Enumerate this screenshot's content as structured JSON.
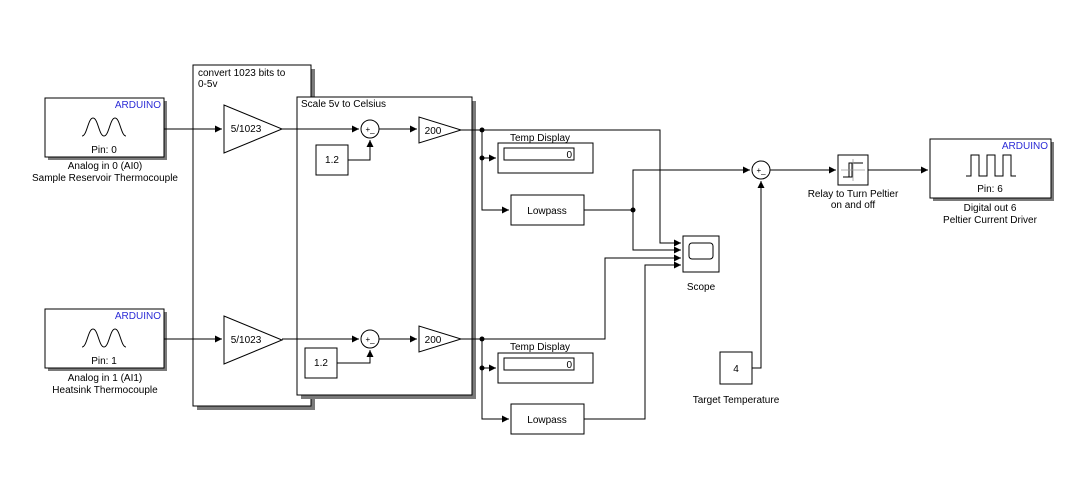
{
  "source_blocks": {
    "top": {
      "brand": "ARDUINO",
      "pin": "Pin: 0",
      "caption_line1": "Analog in 0 (AI0)",
      "caption_line2": "Sample Reservoir Thermocouple"
    },
    "bottom": {
      "brand": "ARDUINO",
      "pin": "Pin: 1",
      "caption_line1": "Analog in 1 (AI1)",
      "caption_line2": "Heatsink Thermocouple"
    }
  },
  "subsystems": {
    "convert": {
      "title_line1": "convert 1023 bits to",
      "title_line2": "0-5v"
    },
    "scale": {
      "title": "Scale 5v to Celsius"
    }
  },
  "gains": {
    "convert_top": "5/1023",
    "convert_bottom": "5/1023",
    "scale_top": "200",
    "scale_bottom": "200"
  },
  "constants": {
    "offset_top": "1.2",
    "offset_bottom": "1.2",
    "target": "4"
  },
  "sum_signs": "+_",
  "displays": {
    "top": {
      "label": "Temp Display",
      "value": "0"
    },
    "bottom": {
      "label": "Temp Display",
      "value": "0"
    }
  },
  "filters": {
    "top": "Lowpass",
    "bottom": "Lowpass"
  },
  "scope": {
    "label": "Scope"
  },
  "relay": {
    "caption_line1": "Relay to Turn Peltier",
    "caption_line2": "on and off"
  },
  "target": {
    "caption": "Target Temperature"
  },
  "output_block": {
    "brand": "ARDUINO",
    "pin": "Pin: 6",
    "caption_line1": "Digital out 6",
    "caption_line2": "Peltier Current Driver"
  },
  "colors": {
    "brand_text": "#2b2bd6",
    "shadow": "#7a7a7a",
    "line": "#000000"
  }
}
